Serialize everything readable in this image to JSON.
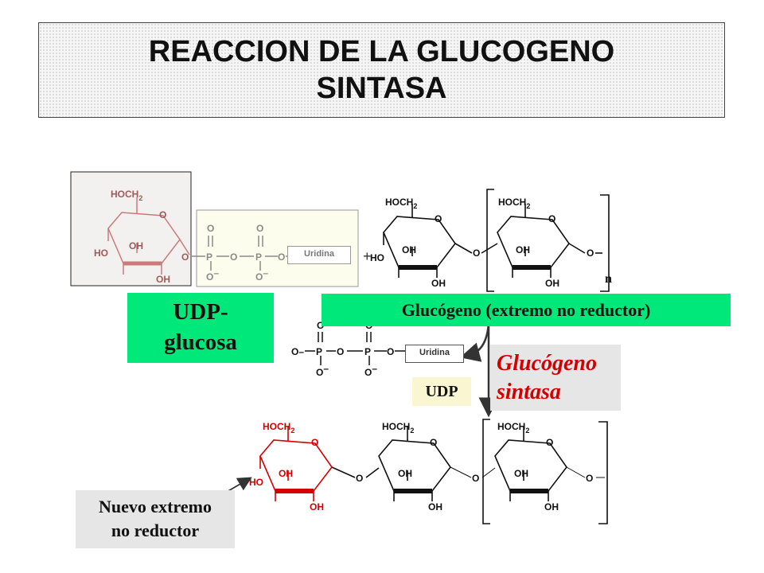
{
  "title": {
    "line1": "REACCION DE LA GLUCOGENO",
    "line2": "SINTASA"
  },
  "chem": {
    "hoch2": "HOCH",
    "sub2": "2",
    "oh": "OH",
    "ho": "HO",
    "ring_o": "O",
    "bridge_o": "O",
    "terminal": "O–",
    "phosphate": "P",
    "oxygen": "O",
    "o_minus": "O",
    "minus": "–"
  },
  "labels": {
    "uridina": "Uridina",
    "n_repeat": "n",
    "udp_glucosa": {
      "line1": "UDP-",
      "line2": "glucosa"
    },
    "glucogeno_extremo": "Glucógeno (extremo no reductor)",
    "udp": "UDP",
    "enzyme": {
      "line1": "Glucógeno",
      "line2": "sintasa"
    },
    "nuevo_extremo": {
      "line1": "Nuevo extremo",
      "line2": "no reductor"
    }
  },
  "colors": {
    "label_green": "#00e87a",
    "label_gray": "#e6e6e6",
    "label_cream": "#fbf6d2",
    "new_glucose_red": "#d20000",
    "structure_black": "#111111"
  }
}
